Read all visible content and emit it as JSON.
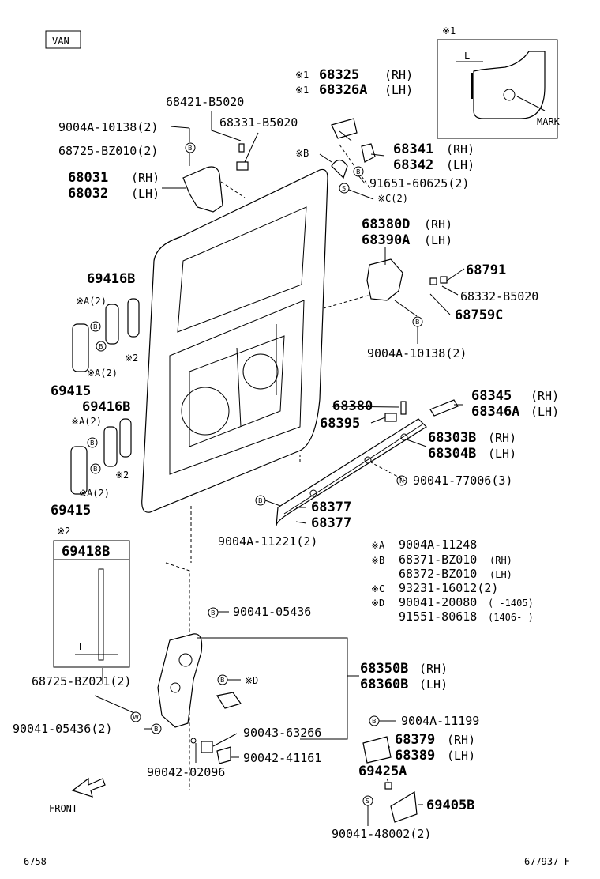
{
  "header": {
    "variant_tag": "VAN",
    "note_box_mark": "※1",
    "mark_label": "MARK",
    "dim_L": "L"
  },
  "labels": {
    "p68325": "68325",
    "p68325_suffix": "(RH)",
    "p68326a": "68326A",
    "p68326a_suffix": "(LH)",
    "note1a": "※1",
    "note1b": "※1",
    "p68421": "68421-B5020",
    "p90004a_10138_top": "9004A-10138(2)",
    "p68331": "68331-B5020",
    "p68725_bz010": "68725-BZ010(2)",
    "p68031": "68031",
    "p68031_suffix": "(RH)",
    "p68032": "68032",
    "p68032_suffix": "(LH)",
    "noteB_top": "※B",
    "p68341": "68341",
    "p68341_suffix": "(RH)",
    "p68342": "68342",
    "p68342_suffix": "(LH)",
    "p91651": "91651-60625(2)",
    "noteC_top": "※C(2)",
    "p68380d": "68380D",
    "p68380d_suffix": "(RH)",
    "p68390a": "68390A",
    "p68390a_suffix": "(LH)",
    "p68791": "68791",
    "p68332": "68332-B5020",
    "p68759c": "68759C",
    "p90004a_10138_mid": "9004A-10138(2)",
    "p69416b_top": "69416B",
    "noteA2_1": "※A(2)",
    "noteA2_2": "※A(2)",
    "noteA2_3": "※A(2)",
    "noteA2_4": "※A(2)",
    "note2_1": "※2",
    "note2_2": "※2",
    "note2_box": "※2",
    "p69415_top": "69415",
    "p69416b_mid": "69416B",
    "p69415_bot": "69415",
    "p68380": "68380",
    "p68395": "68395",
    "p68345": "68345",
    "p68345_suffix": "(RH)",
    "p68346a": "68346A",
    "p68346a_suffix": "(LH)",
    "p68303b": "68303B",
    "p68303b_suffix": "(RH)",
    "p68304b": "68304B",
    "p68304b_suffix": "(LH)",
    "p90041_77006": "90041-77006(3)",
    "p68377a": "68377",
    "p68377b": "68377",
    "p90004a_11221": "9004A-11221(2)",
    "p69418b": "69418B",
    "dim_T": "T",
    "p68725_bz021": "68725-BZ021(2)",
    "p90041_05436_a": "90041-05436",
    "p68350b": "68350B",
    "p68350b_suffix": "(RH)",
    "p68360b": "68360B",
    "p68360b_suffix": "(LH)",
    "noteD": "※D",
    "p90041_05436_b": "90041-05436(2)",
    "p90043": "90043-63266",
    "p90042_41161": "90042-41161",
    "p90042_02096": "90042-02096",
    "p90004a_11199": "9004A-11199",
    "p68379": "68379",
    "p68379_suffix": "(RH)",
    "p68389": "68389",
    "p68389_suffix": "(LH)",
    "p69425a": "69425A",
    "p69405b": "69405B",
    "p90041_48002": "90041-48002(2)",
    "front": "FRONT",
    "legend_A_mark": "※A",
    "legend_A": "9004A-11248",
    "legend_B_mark": "※B",
    "legend_B1": "68371-BZ010",
    "legend_B1s": "(RH)",
    "legend_B2": "68372-BZ010",
    "legend_B2s": "(LH)",
    "legend_C_mark": "※C",
    "legend_C": "93231-16012(2)",
    "legend_D_mark": "※D",
    "legend_D1": "90041-20080",
    "legend_D1s": "(      -1405)",
    "legend_D2": "91551-80618",
    "legend_D2s": "(1406-      )",
    "footer_left": "6758",
    "footer_right": "677937-F"
  },
  "callout_letters": {
    "B": "B",
    "S": "S",
    "N": "N",
    "W": "W"
  }
}
